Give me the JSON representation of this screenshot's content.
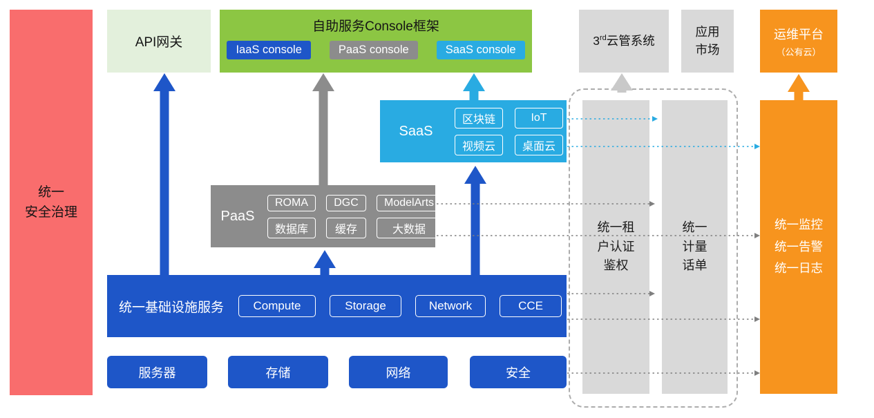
{
  "colors": {
    "red": "#F96D6D",
    "light-green": "#E3F0DC",
    "green": "#8CC643",
    "blue": "#1E56C8",
    "cyan": "#29ABE2",
    "gray": "#8C8C8C",
    "light-gray": "#D9D9D9",
    "orange": "#F7941E",
    "arrow-gray": "#C9C9C9",
    "dash-gray": "#7F7F7F",
    "dash-border": "#ACACAC"
  },
  "security_bar": {
    "label": "统一\n安全治理"
  },
  "api_gateway": {
    "label": "API网关"
  },
  "console": {
    "title": "自助服务Console框架",
    "buttons": [
      "IaaS console",
      "PaaS console",
      "SaaS console"
    ]
  },
  "third_party_cloud": {
    "num": "3",
    "sup": "rd",
    "rest": "云管系统"
  },
  "app_market": {
    "label": "应用\n市场"
  },
  "ops_platform": {
    "line1": "运维平台",
    "line2": "（公有云）"
  },
  "saas": {
    "label": "SaaS",
    "items": [
      "区块链",
      "IoT",
      "视频云",
      "桌面云"
    ]
  },
  "paas": {
    "label": "PaaS",
    "items": [
      "ROMA",
      "DGC",
      "ModelArts",
      "数据库",
      "缓存",
      "大数据"
    ]
  },
  "iaas": {
    "label": "统一基础设施服务",
    "items": [
      "Compute",
      "Storage",
      "Network",
      "CCE"
    ]
  },
  "hardware": {
    "items": [
      "服务器",
      "存储",
      "网络",
      "安全"
    ]
  },
  "auth_bar": {
    "label": "统一租\n户认证\n鉴权"
  },
  "metering_bar": {
    "label": "统一\n计量\n话单"
  },
  "monitoring_bar": {
    "label": "统一监控\n统一告警\n统一日志"
  }
}
